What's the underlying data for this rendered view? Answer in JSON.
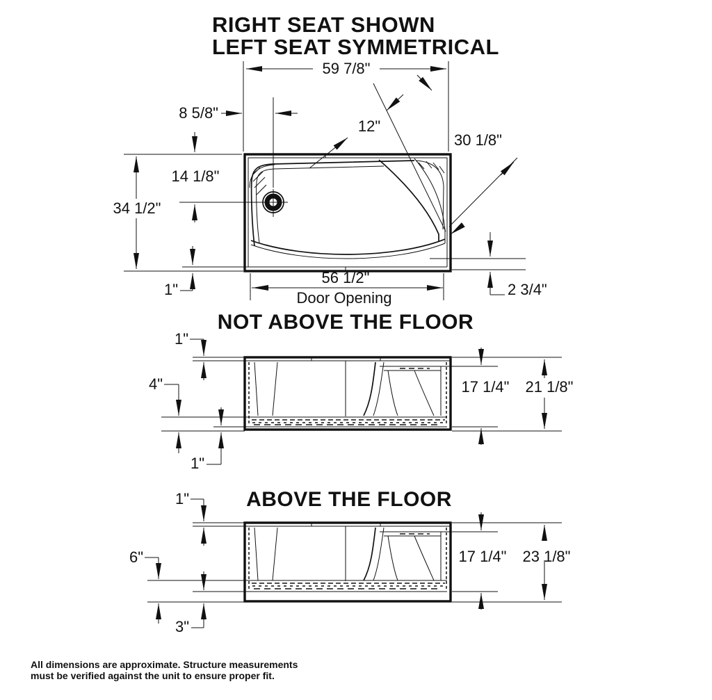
{
  "title": {
    "line1": "RIGHT SEAT SHOWN",
    "line2": "LEFT SEAT SYMMETRICAL"
  },
  "top_view": {
    "overall_width": "59 7/8\"",
    "drain_offset": "8 5/8\"",
    "seat_width": "12\"",
    "seat_length": "30 1/8\"",
    "drain_from_back": "14 1/8\"",
    "overall_depth": "34 1/2\"",
    "sill_thickness": "1\"",
    "door_opening_width": "56 1/2\"",
    "door_opening_label": "Door Opening",
    "sill_height": "2 3/4\""
  },
  "section_not_above": {
    "heading": "NOT ABOVE THE FLOOR",
    "top_rim": "1\"",
    "sump_depth": "4\"",
    "base_lip": "1\"",
    "well_depth": "17 1/4\"",
    "overall_height": "21 1/8\""
  },
  "section_above": {
    "heading": "ABOVE THE FLOOR",
    "top_rim": "1\"",
    "sump_depth": "6\"",
    "base_lip": "3\"",
    "well_depth": "17 1/4\"",
    "overall_height": "23 1/8\""
  },
  "footnote": {
    "line1": "All dimensions are approximate. Structure measurements",
    "line2": "must be verified against the unit to ensure proper fit."
  },
  "colors": {
    "line": "#111111",
    "background": "#ffffff"
  }
}
